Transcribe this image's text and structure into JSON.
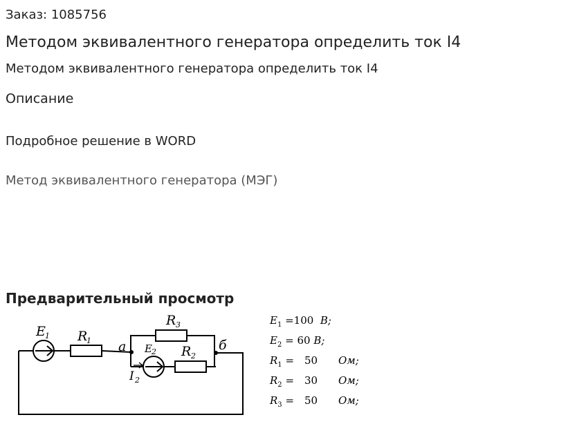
{
  "order": {
    "label": "Заказ: 1085756"
  },
  "title": "Методом эквивалентного генератора определить ток I4",
  "subtitle": "Методом эквивалентного генератора определить ток I4",
  "description_heading": "Описание",
  "detail": "Подробное решение в WORD",
  "method_link": "Метод эквивалентного генератора (МЭГ)",
  "preview_heading": "Предварительный просмотр",
  "circuit": {
    "labels": {
      "E": "E",
      "R": "R",
      "I": "I",
      "sub1": "1",
      "sub2": "2",
      "sub3": "3",
      "node_a": "a",
      "node_b": "б"
    }
  },
  "params": [
    {
      "sym": "E",
      "sub": "1",
      "eq": "=100",
      "unit": "В;"
    },
    {
      "sym": "E",
      "sub": "2",
      "eq": "= 60",
      "unit": "В;"
    },
    {
      "sym": "R",
      "sub": "1",
      "eq": "=",
      "val": "50",
      "unit": "Ом;"
    },
    {
      "sym": "R",
      "sub": "2",
      "eq": "=",
      "val": "30",
      "unit": "Ом;"
    },
    {
      "sym": "R",
      "sub": "3",
      "eq": "=",
      "val": "50",
      "unit": "Ом;"
    }
  ]
}
